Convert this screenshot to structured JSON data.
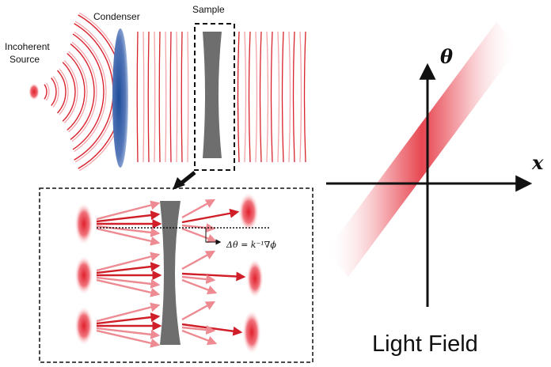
{
  "labels": {
    "source_line1": "Incoherent",
    "source_line2": "Source",
    "condenser": "Condenser",
    "sample": "Sample",
    "angle_equation": "Δθ = k⁻¹∇ϕ",
    "theta_axis": "θ",
    "x_axis": "x",
    "panel_title": "Light Field"
  },
  "colors": {
    "wave_red": "#d9222d",
    "wave_light": "#f2a3a8",
    "condenser_blue": "#4a6fb0",
    "sample_gray": "#6e6e6e",
    "axis_black": "#111111",
    "arrow_dark": "#d01f28",
    "arrow_light": "#ee8a92"
  }
}
